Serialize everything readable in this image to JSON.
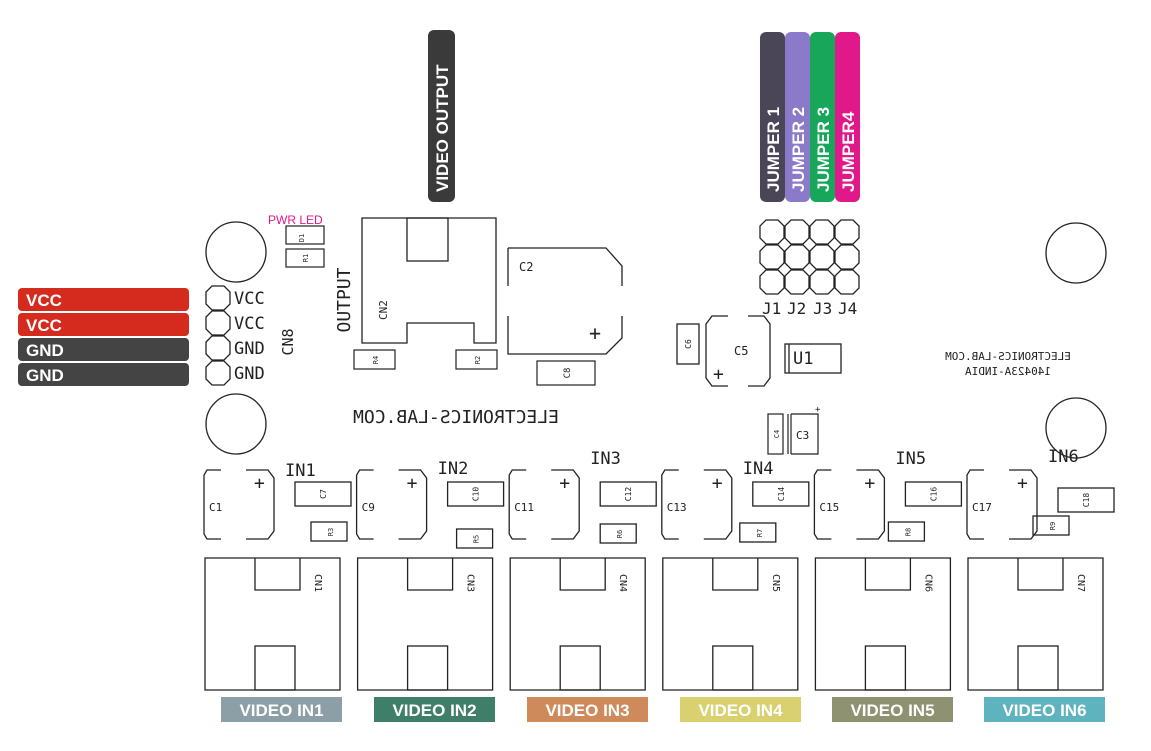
{
  "header_tags": {
    "video_output": "VIDEO OUTPUT",
    "jumpers": [
      "JUMPER 1",
      "JUMPER 2",
      "JUMPER 3",
      "JUMPER4"
    ]
  },
  "power_tags": [
    "VCC",
    "VCC",
    "GND",
    "GND"
  ],
  "input_tags": [
    "VIDEO IN1",
    "VIDEO IN2",
    "VIDEO IN3",
    "VIDEO IN4",
    "VIDEO IN5",
    "VIDEO IN6"
  ],
  "silkscreen": {
    "pwr_led": "PWR LED",
    "d1": "D1",
    "r1": "R1",
    "output_label": "OUTPUT",
    "cn2": "CN2",
    "c2": "C2",
    "r4": "R4",
    "r2": "R2",
    "c8": "C8",
    "cn8_pins": [
      "VCC",
      "VCC",
      "GND",
      "GND"
    ],
    "cn8": "CN8",
    "brand_mirrored": "ELECTRONICS-LAB.COM",
    "brand_right_line1": "ELECTRONICS-LAB.COM",
    "brand_right_line2": "140423A-INDIA",
    "jumper_labels": [
      "J1",
      "J2",
      "J3",
      "J4"
    ],
    "c6": "C6",
    "c5": "C5",
    "u1": "U1",
    "c4": "C4",
    "c3": "C3",
    "in_labels": [
      "IN1",
      "IN2",
      "IN3",
      "IN4",
      "IN5",
      "IN6"
    ],
    "in_caps_big": [
      "C1",
      "C9",
      "C11",
      "C13",
      "C15",
      "C17"
    ],
    "in_caps_small": [
      "C7",
      "C10",
      "C12",
      "C14",
      "C16",
      "C18"
    ],
    "in_resistors": [
      "R3",
      "R5",
      "R6",
      "R7",
      "R8",
      "R9"
    ],
    "in_connectors": [
      "CN1",
      "CN3",
      "CN4",
      "CN5",
      "CN6",
      "CN7"
    ],
    "plus": "+"
  },
  "colors": {
    "video_output_tag": "#3a3a3a",
    "jumper_tags": [
      "#4a4658",
      "#8b79c9",
      "#17a65a",
      "#e0188a"
    ],
    "power_tags": [
      "#d42b1e",
      "#d42b1e",
      "#444444",
      "#444444"
    ],
    "input_tags": [
      "#8c9ea6",
      "#3f7e68",
      "#cf8a5c",
      "#d9d06f",
      "#8e9270",
      "#5fb3bf"
    ],
    "pwr_led_text": "#e0188a"
  }
}
